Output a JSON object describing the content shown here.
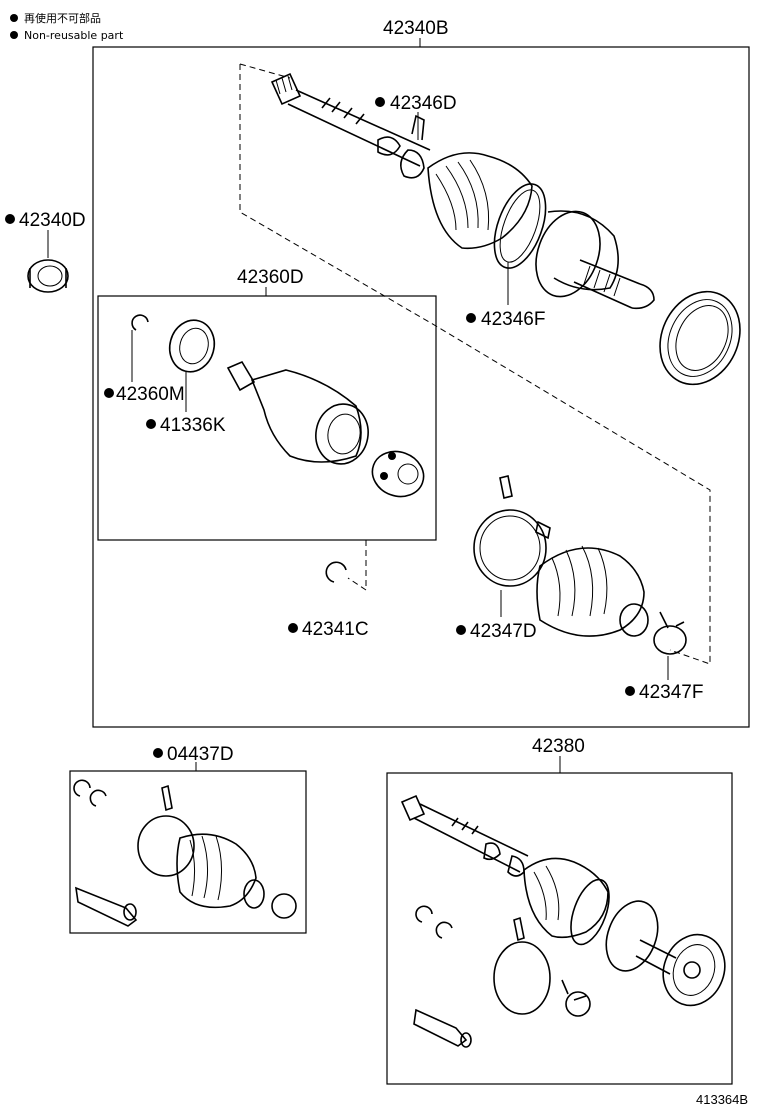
{
  "legend": {
    "line_jp": "再使用不可部品",
    "line_en": "Non-reusable part"
  },
  "labels": {
    "l42340B": "42340B",
    "l42346D": "42346D",
    "l42340D": "42340D",
    "l42360D": "42360D",
    "l42346F": "42346F",
    "l42360M": "42360M",
    "l41336K": "41336K",
    "l42341C": "42341C",
    "l42347D": "42347D",
    "l42347F": "42347F",
    "l04437D": "04437D",
    "l42380": "42380"
  },
  "drawing_no": "413364B"
}
